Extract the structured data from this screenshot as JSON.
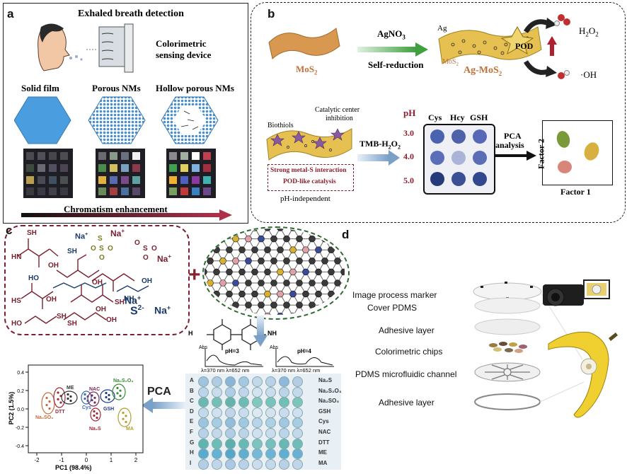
{
  "panel_a": {
    "letter": "a",
    "title": "Exhaled breath detection",
    "device_label_1": "Colorimetric",
    "device_label_2": "sensing device",
    "structures": [
      "Solid film",
      "Porous NMs",
      "Hollow porous NMs"
    ],
    "footer": "Chromatism enhancement",
    "colors": {
      "hexagon": "#4a9ee0",
      "arrow": "#b0304a"
    }
  },
  "panel_b": {
    "letter": "b",
    "mos2": "MoS",
    "mos2_sub": "2",
    "agno3": "AgNO",
    "agno3_sub": "3",
    "self_reduction": "Self-reduction",
    "ag": "Ag",
    "agmos2": "Ag-MoS",
    "agmos2_sub": "2",
    "mos2_small": "MoS",
    "pod": "POD",
    "h2o2": "H",
    "h2o2_sub1": "2",
    "h2o2_mid": "O",
    "h2o2_sub2": "2",
    "oh": "·OH",
    "catalytic_1": "Catalytic center",
    "catalytic_2": "inhibition",
    "biothiols": "Biothiols",
    "strong": "Strong metal-S interaction",
    "podlike": "POD-like catalysis",
    "ph_indep": "pH-independent",
    "tmb": "TMB-H",
    "tmb_sub": "2",
    "tmb_o": "O",
    "tmb_sub2": "2",
    "ph": "pH",
    "ph_values": [
      "3.0",
      "4.0",
      "5.0"
    ],
    "columns": [
      "Cys",
      "Hcy",
      "GSH"
    ],
    "pca_1": "PCA",
    "pca_2": "analysis",
    "factor1": "Factor 1",
    "factor2": "Factor 2",
    "dot_colors": [
      [
        "#4a63b0",
        "#4e62a8",
        "#5768b8"
      ],
      [
        "#5a6fb8",
        "#aab3d8",
        "#5a6db5"
      ],
      [
        "#263a7a",
        "#3a4f94",
        "#33478f"
      ]
    ],
    "cluster_colors": [
      "#7a9a3a",
      "#d8b040",
      "#d8857a"
    ]
  },
  "panel_c": {
    "letter": "c",
    "na_labels": [
      "Na",
      "Na",
      "Na"
    ],
    "plus_sup": "+",
    "s2": "S",
    "s2_sup": "2-",
    "nap": "Na",
    "chem_groups": [
      "SH",
      "HN",
      "O",
      "OH",
      "HO",
      "NH",
      "H",
      "NH",
      "OH",
      "O",
      "SH",
      "OH",
      "OH",
      "NH",
      "HS",
      "OH",
      "OH",
      "OH",
      "SH",
      "HO",
      "SH",
      "SH",
      "OH",
      "O"
    ],
    "plus_sign": "+",
    "tmb_nh2_left": "H",
    "tmb_nh2_right": "NH",
    "ph3": "pH=3",
    "ph4": "pH=4",
    "abs": "Abs",
    "wl1": "λ=370 nm λ=652 nm",
    "wl2": "λ=370 nm λ=652 nm",
    "rows": [
      "A",
      "B",
      "C",
      "D",
      "E",
      "F",
      "G",
      "H",
      "I"
    ],
    "row_labels": [
      "Na₂S",
      "Na₂S₂O₃",
      "Na₂SO₃",
      "GSH",
      "Cys",
      "NAC",
      "DTT",
      "ME",
      "MA"
    ],
    "pca": "PCA",
    "scatter": {
      "xlabel": "PC1 (98.4%)",
      "ylabel": "PC2 (1.5%)",
      "xticks": [
        "-2",
        "-1",
        "0",
        "1",
        "2"
      ],
      "yticks": [
        "0.4",
        "0.2",
        "0.0",
        "-0.2",
        "-0.4"
      ],
      "groups": [
        {
          "name": "Na₂SO₃",
          "color": "#c07040"
        },
        {
          "name": "DTT",
          "color": "#a02a3a"
        },
        {
          "name": "ME",
          "color": "#333333"
        },
        {
          "name": "Cys",
          "color": "#3a6ab0"
        },
        {
          "name": "NAC",
          "color": "#7a2a5a"
        },
        {
          "name": "GSH",
          "color": "#1a3a8a"
        },
        {
          "name": "Na₂S",
          "color": "#a02a3a"
        },
        {
          "name": "Na₂S₂O₃",
          "color": "#3a8a3a"
        },
        {
          "name": "MA",
          "color": "#b0a030"
        }
      ]
    }
  },
  "panel_d": {
    "letter": "d",
    "layers": [
      "Image process marker",
      "Cover PDMS",
      "Adhesive layer",
      "Colorimetric chips",
      "PDMS microfluidic channel",
      "Adhesive layer"
    ]
  }
}
